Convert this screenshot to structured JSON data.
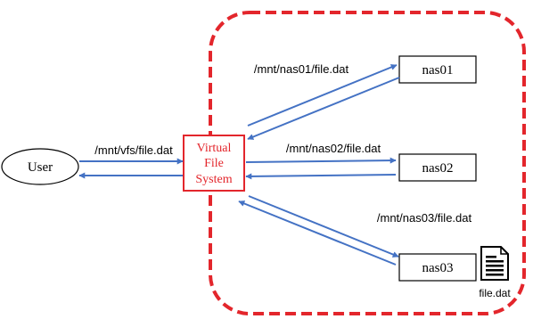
{
  "colors": {
    "boundary": "#e3262c",
    "arrow": "#4472c4",
    "vfs_text": "#e3262c",
    "vfs_border": "#e3262c",
    "box_border": "#000000"
  },
  "nodes": {
    "user": {
      "label": "User"
    },
    "vfs": {
      "lines": [
        "Virtual",
        "File",
        "System"
      ]
    },
    "nas01": {
      "label": "nas01"
    },
    "nas02": {
      "label": "nas02"
    },
    "nas03": {
      "label": "nas03"
    }
  },
  "paths": {
    "vfs": "/mnt/vfs/file.dat",
    "nas01": "/mnt/nas01/file.dat",
    "nas02": "/mnt/nas02/file.dat",
    "nas03": "/mnt/nas03/file.dat"
  },
  "file": {
    "icon": "document-icon",
    "caption": "file.dat"
  }
}
